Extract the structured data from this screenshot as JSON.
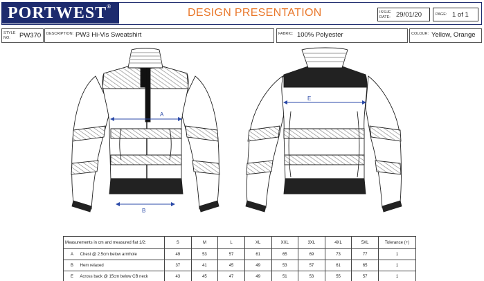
{
  "header": {
    "brand": "PORTWEST",
    "brand_tm": "®",
    "doc_title": "DESIGN PRESENTATION",
    "issue_caption_1": "ISSUE",
    "issue_caption_2": "DATE:",
    "issue_date": "29/01/20",
    "page_caption": "PAGE:",
    "page_value": "1 of 1"
  },
  "info": {
    "style_caption_1": "STYLE",
    "style_caption_2": "NO:",
    "style_no": "PW370",
    "description_caption": "DESCRIPTION:",
    "description": "PW3 Hi-Vis Sweatshirt",
    "fabric_caption": "FABRIC:",
    "fabric": "100% Polyester",
    "colour_caption": "COLOUR:",
    "colour": "Yellow, Orange"
  },
  "drawing": {
    "front_labels": {
      "a": "A",
      "b": "B"
    },
    "back_labels": {
      "e": "E"
    }
  },
  "table": {
    "heading": "Measurements in cm and measured flat 1/2:",
    "sizes": [
      "S",
      "M",
      "L",
      "XL",
      "XXL",
      "3XL",
      "4XL",
      "5XL"
    ],
    "tolerance_heading": "Tolerance (+)",
    "rows": [
      {
        "code": "A",
        "desc": "Chest @ 2.5cm below armhole",
        "values": [
          "49",
          "53",
          "57",
          "61",
          "65",
          "69",
          "73",
          "77"
        ],
        "tol": "1"
      },
      {
        "code": "B",
        "desc": "Hem relaxed",
        "values": [
          "37",
          "41",
          "45",
          "49",
          "53",
          "57",
          "61",
          "65"
        ],
        "tol": "1"
      },
      {
        "code": "E",
        "desc": "Across back @ 15cm below CB neck",
        "values": [
          "43",
          "45",
          "47",
          "49",
          "51",
          "53",
          "55",
          "57"
        ],
        "tol": "1"
      }
    ]
  },
  "colors": {
    "brand_navy": "#1d2b6e",
    "title_orange": "#e9772a",
    "measure_blue": "#2b4aa8"
  }
}
